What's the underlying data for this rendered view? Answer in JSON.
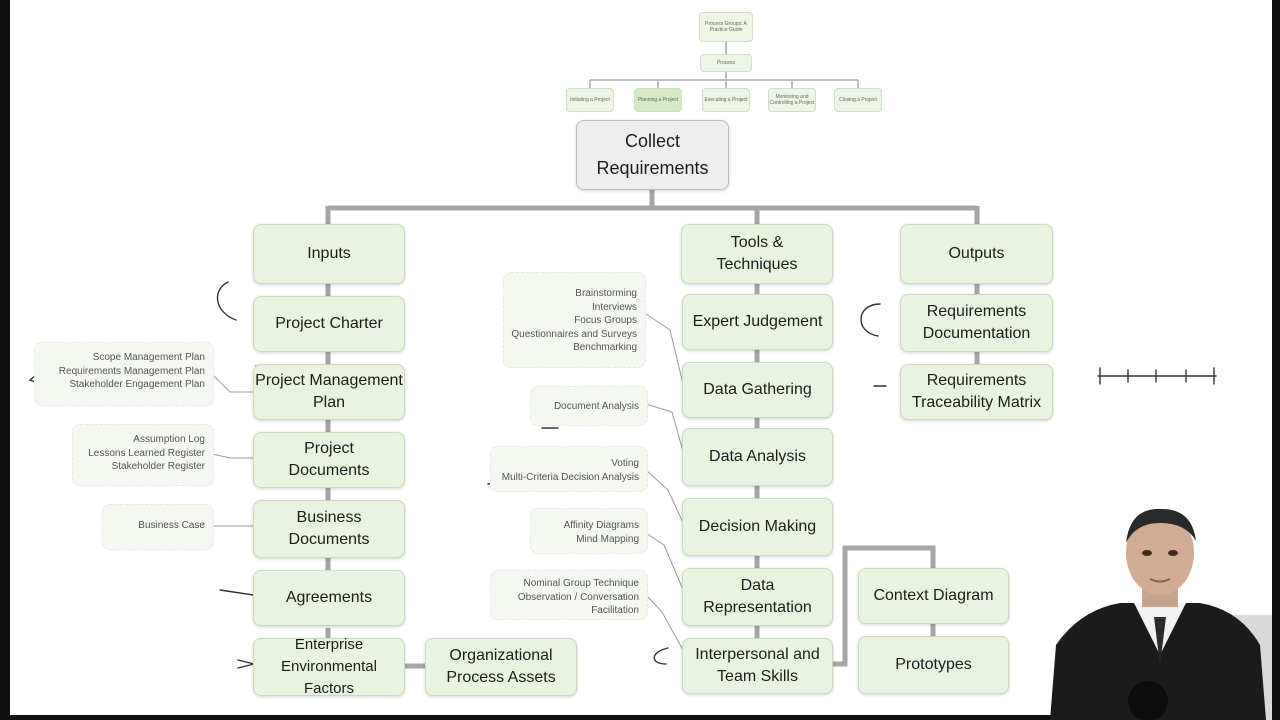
{
  "header": {
    "guide": "Process Groups: A Practice Guide",
    "process": "Process",
    "groups": [
      "Initiating a Project",
      "Planning a Project",
      "Executing a Project",
      "Monitoring and Controlling a Project",
      "Closing a Project"
    ]
  },
  "main_process": "Collect Requirements",
  "categories": {
    "inputs": "Inputs",
    "tools": "Tools & Techniques",
    "outputs": "Outputs"
  },
  "inputs": [
    "Project Charter",
    "Project Management Plan",
    "Project Documents",
    "Business Documents",
    "Agreements",
    "Enterprise Environmental Factors",
    "Organizational Process Assets"
  ],
  "tools": [
    "Expert Judgement",
    "Data Gathering",
    "Data Analysis",
    "Decision Making",
    "Data Representation",
    "Interpersonal and Team Skills",
    "Context Diagram",
    "Prototypes"
  ],
  "outputs": [
    "Requirements Documentation",
    "Requirements Traceability Matrix"
  ],
  "notes": {
    "pm_plan": [
      "Scope Management Plan",
      "Requirements Management Plan",
      "Stakeholder Engagement Plan"
    ],
    "project_documents": [
      "Assumption Log",
      "Lessons Learned Register",
      "Stakeholder Register"
    ],
    "business_documents": [
      "Business Case"
    ],
    "data_gathering": [
      "Brainstorming",
      "Interviews",
      "Focus Groups",
      "Questionnaires and Surveys",
      "Benchmarking"
    ],
    "data_analysis": [
      "Document Analysis"
    ],
    "decision_making": [
      "Voting",
      "Multi-Criteria Decision Analysis"
    ],
    "data_representation": [
      "Affinity Diagrams",
      "Mind Mapping"
    ],
    "interpersonal": [
      "Nominal Group Technique",
      "Observation / Conversation",
      "Facilitation"
    ]
  },
  "colors": {
    "box_fill": "#e8f3e0",
    "box_border": "#c9dcbd",
    "connector": "#a6a6a6",
    "main_fill": "#eeeeee"
  }
}
